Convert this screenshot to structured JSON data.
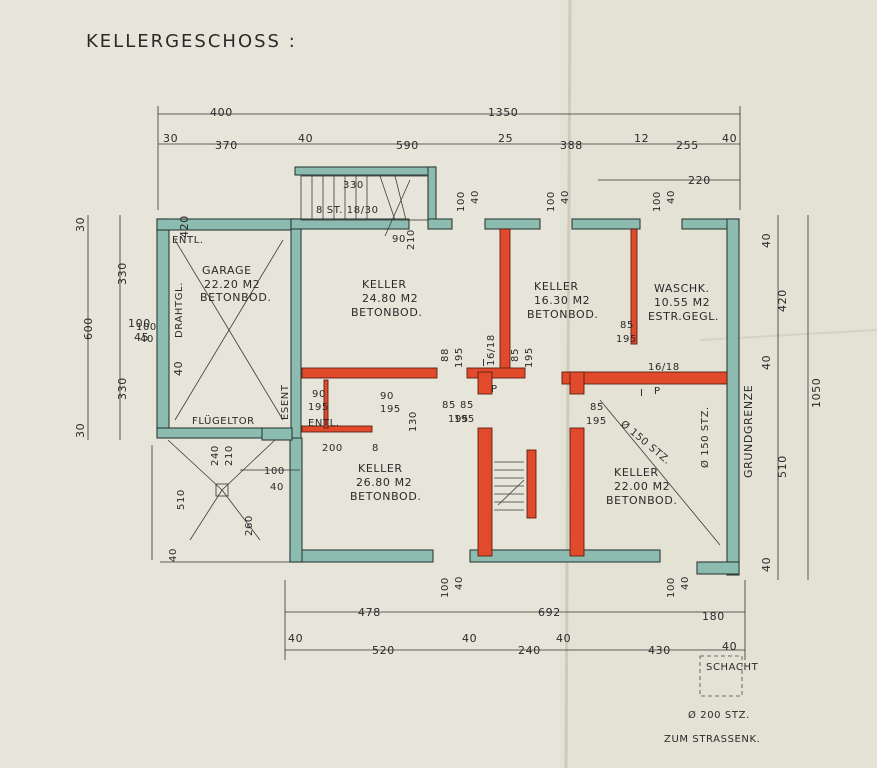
{
  "title": "KELLERGESCHOSS   :",
  "rooms": {
    "garage": {
      "l1": "GARAGE",
      "l2": "22.20 M2",
      "l3": "BETONBOD."
    },
    "keller1": {
      "l1": "KELLER",
      "l2": "24.80 M2",
      "l3": "BETONBOD."
    },
    "keller2": {
      "l1": "KELLER",
      "l2": "16.30 M2",
      "l3": "BETONBOD."
    },
    "waschk": {
      "l1": "WASCHK.",
      "l2": "10.55 M2",
      "l3": "ESTR.GEGL."
    },
    "keller3": {
      "l1": "KELLER",
      "l2": "26.80 M2",
      "l3": "BETONBOD."
    },
    "keller4": {
      "l1": "KELLER",
      "l2": "22.00 M2",
      "l3": "BETONBOD."
    }
  },
  "labels": {
    "stair_top": "330",
    "stair_count": "8 ST. 18/30",
    "entl1": "ENTL.",
    "entl2": "ENTL.",
    "drahtgl": "DRAHTGL.",
    "flugeltor": "FLÜGELTOR",
    "esent": "ESENT",
    "grundgrenze": "GRUNDGRENZE",
    "schacht": "SCHACHT",
    "pipe": "Ø 200 STZ.",
    "zum": "ZUM STRASSENK.",
    "pipe150a": "Ø 150 STZ.",
    "pipe150b": "Ø 150 STZ.",
    "p1": "P",
    "p2": "P",
    "i1": "I",
    "i2": "I",
    "s1618a": "16/18",
    "s1618b": "16/18"
  },
  "dims": {
    "top1": [
      "400",
      "1350"
    ],
    "top2": [
      "30",
      "370",
      "40",
      "590",
      "25",
      "388",
      "12",
      "255",
      "40"
    ],
    "top3": "220",
    "left": [
      "30",
      "330",
      "600",
      "330",
      "30"
    ],
    "left2": [
      "420",
      "100",
      "45",
      "40"
    ],
    "right": [
      "40",
      "420",
      "40",
      "510",
      "40"
    ],
    "right_total": "1050",
    "bottom1": [
      "478",
      "692",
      "180"
    ],
    "bottom2": [
      "40",
      "520",
      "40",
      "240",
      "40",
      "430",
      "40"
    ],
    "openings": [
      "100",
      "40",
      "100",
      "40",
      "100",
      "40",
      "100",
      "40",
      "100",
      "40",
      "100",
      "40",
      "100",
      "40"
    ],
    "doors": [
      "90",
      "210",
      "90",
      "195",
      "90",
      "195",
      "85",
      "195",
      "85",
      "195",
      "85",
      "195",
      "88",
      "195",
      "85",
      "195",
      "85",
      "195",
      "200",
      "8",
      "130",
      "510",
      "260",
      "40",
      "240",
      "210"
    ]
  }
}
